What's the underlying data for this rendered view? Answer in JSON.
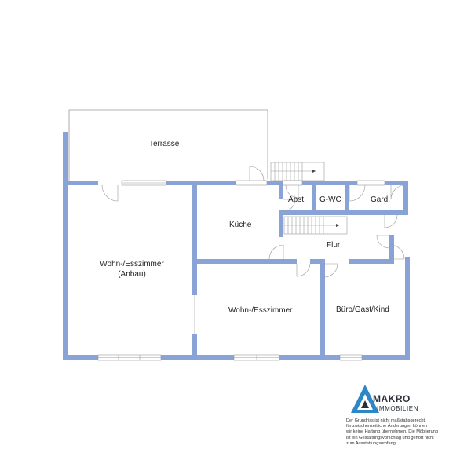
{
  "colors": {
    "wall": "#8aa3d6",
    "line": "#9a9a9a",
    "text": "#222222",
    "logo_blue": "#2d86c6",
    "logo_dark": "#2a2f3a"
  },
  "rooms": {
    "terrasse": "Terrasse",
    "abst": "Abst.",
    "gwc": "G-WC",
    "gard": "Gard.",
    "kueche": "Küche",
    "flur": "Flur",
    "wohn_anbau_1": "Wohn-/Esszimmer",
    "wohn_anbau_2": "(Anbau)",
    "wohn_ess": "Wohn-/Esszimmer",
    "buero": "Büro/Gast/Kind"
  },
  "logo": {
    "brand": "MAKRO",
    "sub": "IMMOBILIEN",
    "icon": "triangle-logo-icon"
  },
  "disclaimer": [
    "Der Grundriss ist nicht maßstabsgerecht,",
    "für zwischenzeitliche Änderungen können",
    "wir keine Haftung übernehmen. Die Möblierung",
    "ist ein Gestaltungsvorschlag und gehört nicht",
    "zum Ausstattungsumfang."
  ]
}
